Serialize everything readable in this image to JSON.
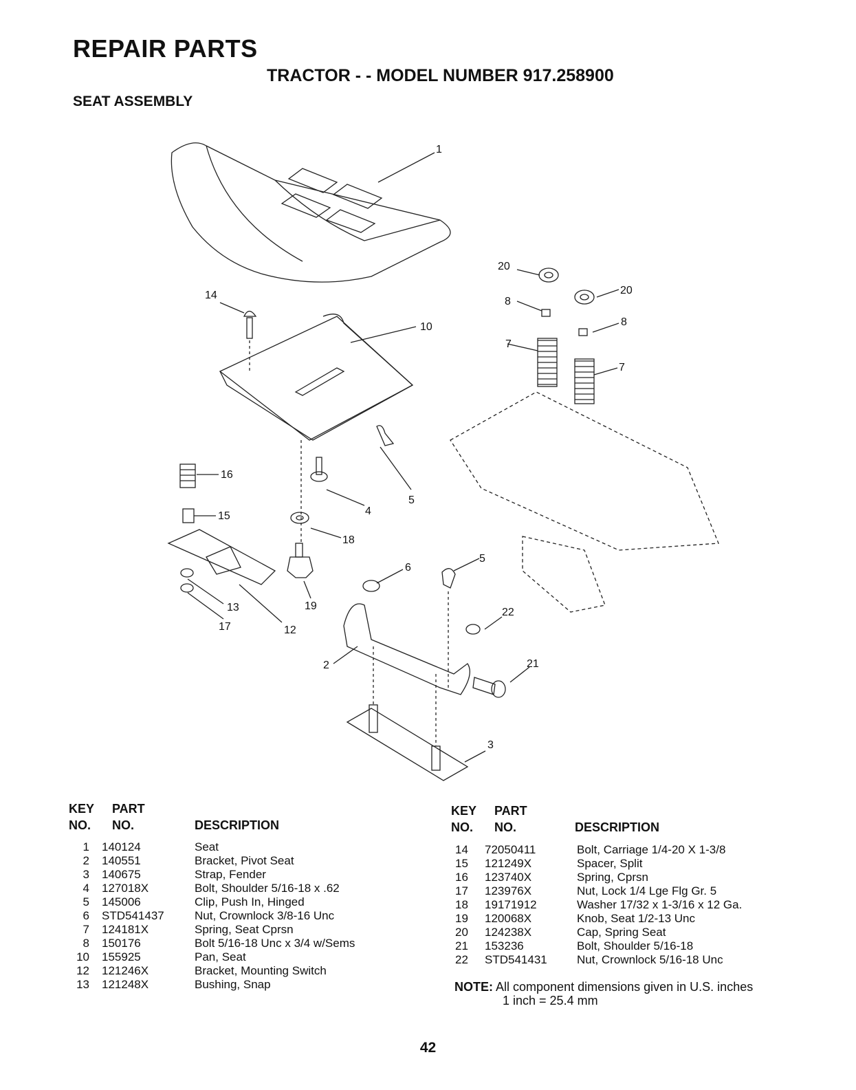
{
  "header": {
    "title": "REPAIR PARTS",
    "model": "TRACTOR - - MODEL NUMBER 917.258900",
    "section": "SEAT ASSEMBLY"
  },
  "diagram": {
    "callouts": [
      "1",
      "14",
      "10",
      "20",
      "20",
      "8",
      "8",
      "7",
      "7",
      "16",
      "15",
      "4",
      "18",
      "5",
      "19",
      "6",
      "5",
      "13",
      "17",
      "12",
      "22",
      "2",
      "21",
      "3"
    ]
  },
  "table_headers": {
    "key_top": "KEY",
    "part_top": "PART",
    "key_bottom": "NO.",
    "part_bottom": "NO.",
    "description": "DESCRIPTION"
  },
  "parts_left": [
    {
      "key": "1",
      "part": "140124",
      "desc": "Seat"
    },
    {
      "key": "2",
      "part": "140551",
      "desc": "Bracket, Pivot Seat"
    },
    {
      "key": "3",
      "part": "140675",
      "desc": "Strap, Fender"
    },
    {
      "key": "4",
      "part": "127018X",
      "desc": "Bolt, Shoulder  5/16-18 x .62"
    },
    {
      "key": "5",
      "part": "145006",
      "desc": "Clip, Push In, Hinged"
    },
    {
      "key": "6",
      "part": "STD541437",
      "desc": "Nut, Crownlock  3/8-16 Unc"
    },
    {
      "key": "7",
      "part": "124181X",
      "desc": "Spring, Seat Cprsn"
    },
    {
      "key": "8",
      "part": "150176",
      "desc": "Bolt  5/16-18 Unc x 3/4 w/Sems"
    },
    {
      "key": "10",
      "part": "155925",
      "desc": "Pan, Seat"
    },
    {
      "key": "12",
      "part": "121246X",
      "desc": "Bracket, Mounting Switch"
    },
    {
      "key": "13",
      "part": "121248X",
      "desc": "Bushing, Snap"
    }
  ],
  "parts_right": [
    {
      "key": "14",
      "part": "72050411",
      "desc": "Bolt, Carriage  1/4-20 X 1-3/8"
    },
    {
      "key": "15",
      "part": "121249X",
      "desc": "Spacer, Split"
    },
    {
      "key": "16",
      "part": "123740X",
      "desc": "Spring, Cprsn"
    },
    {
      "key": "17",
      "part": "123976X",
      "desc": "Nut, Lock  1/4 Lge Flg Gr. 5"
    },
    {
      "key": "18",
      "part": "19171912",
      "desc": "Washer  17/32 x 1-3/16 x 12 Ga."
    },
    {
      "key": "19",
      "part": "120068X",
      "desc": "Knob, Seat  1/2-13 Unc"
    },
    {
      "key": "20",
      "part": "124238X",
      "desc": "Cap, Spring Seat"
    },
    {
      "key": "21",
      "part": "153236",
      "desc": "Bolt, Shoulder  5/16-18"
    },
    {
      "key": "22",
      "part": "STD541431",
      "desc": "Nut, Crownlock  5/16-18 Unc"
    }
  ],
  "note": {
    "label": "NOTE:",
    "line1": "All component dimensions given in U.S. inches",
    "line2": "1 inch = 25.4 mm"
  },
  "page_number": "42"
}
